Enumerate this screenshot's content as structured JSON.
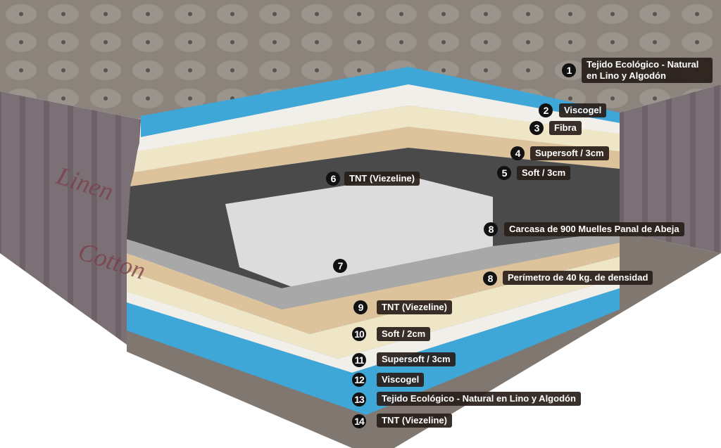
{
  "embroidery": [
    "Linen",
    "Cotton"
  ],
  "callouts": [
    {
      "number": "1",
      "label": "Tejido Ecológico - Natural en Lino y Algodón"
    },
    {
      "number": "2",
      "label": "Viscogel"
    },
    {
      "number": "3",
      "label": "Fibra"
    },
    {
      "number": "4",
      "label": "Supersoft / 3cm"
    },
    {
      "number": "5",
      "label": "Soft / 3cm"
    },
    {
      "number": "6",
      "label": "TNT (Viezeline)"
    },
    {
      "number": "7",
      "label": ""
    },
    {
      "number": "8",
      "label": "Carcasa de 900 Muelles Panal de Abeja"
    },
    {
      "number": "8",
      "label": "Perímetro de 40 kg. de densidad"
    },
    {
      "number": "9",
      "label": "TNT (Viezeline)"
    },
    {
      "number": "10",
      "label": "Soft / 2cm"
    },
    {
      "number": "11",
      "label": "Supersoft / 3cm"
    },
    {
      "number": "12",
      "label": "Viscogel"
    },
    {
      "number": "13",
      "label": "Tejido Ecológico - Natural en Lino y Algodón"
    },
    {
      "number": "14",
      "label": "TNT (Viezeline)"
    }
  ],
  "colors": {
    "fabric": "#8c847c",
    "side": "#6e6268",
    "viscogel": "#3fa6d8",
    "fibra": "#f1efea",
    "supersoft": "#efe6c8",
    "soft": "#dcc39c",
    "perimeter": "#4a4a4a",
    "tnt": "#a8a8a8"
  }
}
